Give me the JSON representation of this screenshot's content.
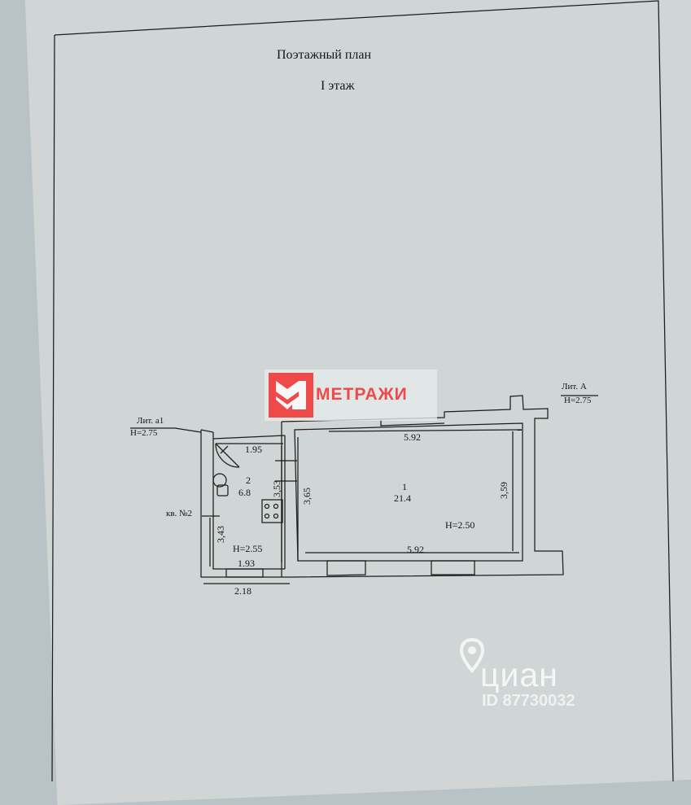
{
  "document": {
    "title": "Поэтажный план",
    "subtitle": "I этаж"
  },
  "plan": {
    "lit_a1": "Лит. а1",
    "lit_a1_height": "H=2.75",
    "lit_a": "Лит. А",
    "lit_a_height": "H=2.75",
    "apartment": "кв. №2",
    "room1_number": "1",
    "room1_area": "21.4",
    "room1_height": "H=2.50",
    "room2_number": "2",
    "room2_area": "6.8",
    "room2_height": "H=2.55",
    "dimensions": {
      "top_main": "5.92",
      "bottom_main": "5.92",
      "right_main": "3,59",
      "left_main": "3,65",
      "room2_top": "1.95",
      "room2_side": "3,53",
      "left_lower": "3,43",
      "bottom_small": "1.93",
      "overall_bottom": "2.18"
    }
  },
  "watermarks": {
    "brand": "МЕТРАЖИ",
    "brand_color": "#ef4a4a",
    "cian": "циан",
    "cian_id": "ID 87730032"
  }
}
